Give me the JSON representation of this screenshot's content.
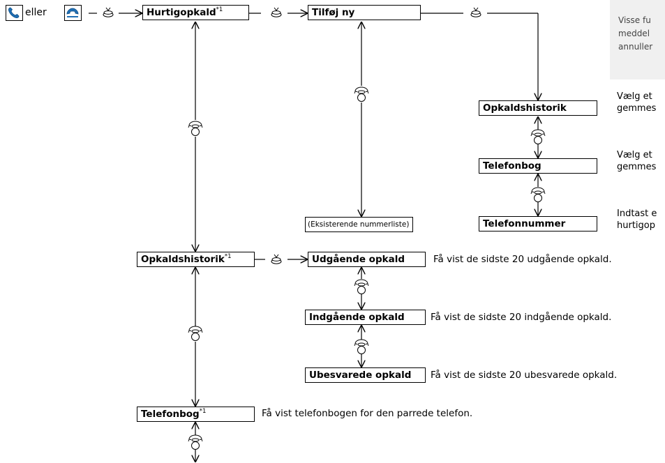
{
  "start": {
    "or_label": "eller",
    "icons": [
      "phone-talk-icon",
      "phone-back-icon"
    ]
  },
  "boxes": {
    "speed_dial": {
      "label": "Hurtigopkald",
      "sup": "*1"
    },
    "add_new": {
      "label": "Tilføj ny"
    },
    "existing_list": {
      "label": "(Eksisterende nummerliste)"
    },
    "call_history_src": {
      "label": "Opkaldshistorik"
    },
    "phonebook_src": {
      "label": "Telefonbog"
    },
    "phone_number_src": {
      "label": "Telefonnummer"
    },
    "call_history": {
      "label": "Opkaldshistorik",
      "sup": "*1"
    },
    "outgoing": {
      "label": "Udgående opkald"
    },
    "incoming": {
      "label": "Indgående opkald"
    },
    "missed": {
      "label": "Ubesvarede opkald"
    },
    "phonebook": {
      "label": "Telefonbog",
      "sup": "*1"
    }
  },
  "descriptions": {
    "call_history_src": [
      "Vælg et",
      "gemmes"
    ],
    "phonebook_src": [
      "Vælg et",
      "gemmes"
    ],
    "phone_number_src": [
      "Indtast e",
      "hurtigop"
    ],
    "outgoing": "Få vist de sidste 20 udgående opkald.",
    "incoming": "Få vist de sidste 20 indgående opkald.",
    "missed": "Få vist de sidste 20 ubesvarede opkald.",
    "phonebook": "Få vist telefonbogen for den parrede telefon."
  },
  "note": {
    "lines": [
      "Visse fu",
      "meddel",
      "annuller"
    ]
  },
  "icon_names": {
    "press": "knob-press-icon",
    "rotate": "knob-rotate-icon"
  }
}
